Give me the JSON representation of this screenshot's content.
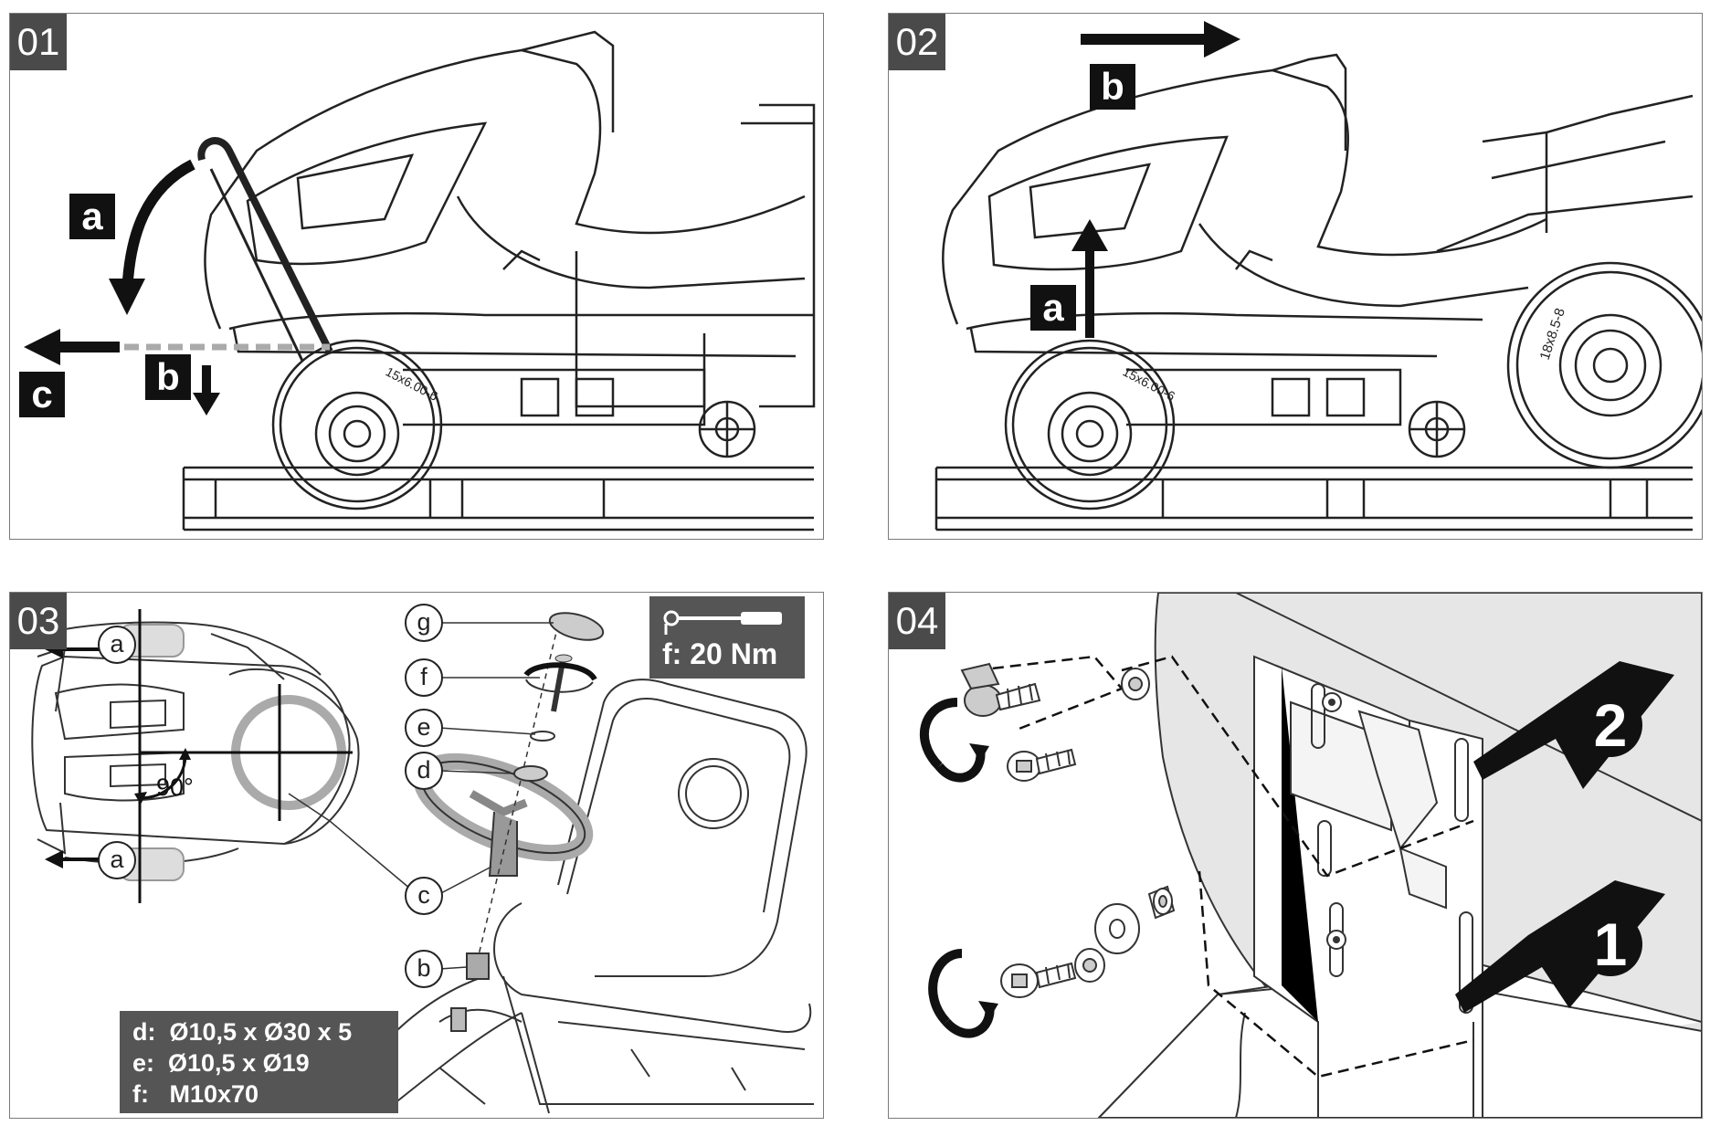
{
  "panels": [
    {
      "number": "01",
      "labels": {
        "a": "a",
        "b": "b",
        "c": "c"
      },
      "tire_text": "15x6.00-6"
    },
    {
      "number": "02",
      "labels": {
        "a": "a",
        "b": "b"
      },
      "front_tire_text": "15x6.00-6",
      "rear_tire_text": "18x8.5-8"
    },
    {
      "number": "03",
      "callouts": {
        "a_top": "a",
        "a_bottom": "a",
        "b": "b",
        "c": "c",
        "d": "d",
        "e": "e",
        "f": "f",
        "g": "g"
      },
      "angle": "90°",
      "torque": "f: 20 Nm",
      "specs": {
        "d": "d:  Ø10,5 x Ø30 x 5",
        "e": "e:  Ø10,5 x Ø19",
        "f": "f:   M10x70"
      }
    },
    {
      "number": "04",
      "steps": {
        "one": "1",
        "two": "2"
      }
    }
  ],
  "colors": {
    "label_bg": "#4a4a4a",
    "tag_bg": "#111111",
    "spec_bg": "#555555",
    "shade": "#e6e6e6"
  }
}
